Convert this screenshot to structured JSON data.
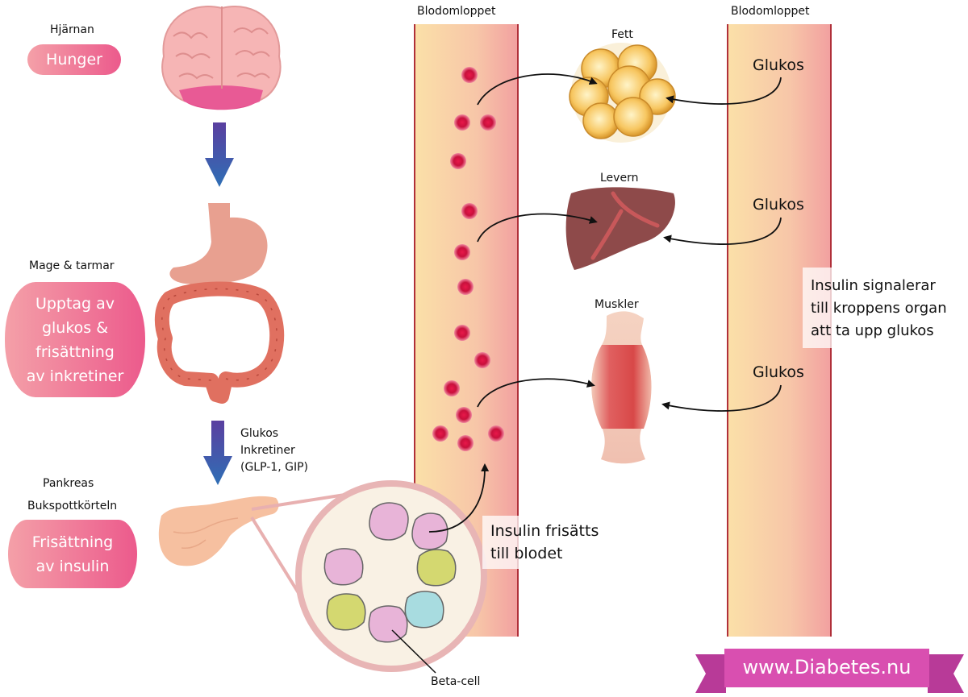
{
  "brain": {
    "label": "Hjärnan",
    "pill": "Hunger"
  },
  "stomach": {
    "label": "Mage & tarmar",
    "pill_lines": [
      "Upptag av",
      "glukos &",
      "frisättning",
      "av inkretiner"
    ]
  },
  "signals": {
    "lines": [
      "Glukos",
      "Inkretiner",
      "(GLP-1, GIP)"
    ]
  },
  "pancreas": {
    "label_lines": [
      "Pankreas",
      "Bukspottkörteln"
    ],
    "pill_lines": [
      "Frisättning",
      "av insulin"
    ]
  },
  "beta_cell_label": "Beta-cell",
  "bloodstream_left": {
    "label": "Blodomloppet"
  },
  "bloodstream_right": {
    "label": "Blodomloppet"
  },
  "insulin_release": {
    "lines": [
      "Insulin frisätts",
      "till blodet"
    ]
  },
  "organs": {
    "fat": "Fett",
    "liver": "Levern",
    "muscle": "Muskler"
  },
  "glucose_labels": [
    "Glukos",
    "Glukos",
    "Glukos"
  ],
  "insulin_signal": {
    "lines": [
      "Insulin signalerar",
      "till kroppens organ",
      "att ta upp glukos"
    ]
  },
  "brand": {
    "text": "www.Diabetes.nu",
    "color": "#d94fb0"
  },
  "colors": {
    "pill": "#ec5a8c",
    "arrow_top": "#5a3fa0",
    "arrow_bottom": "#2f6fb5",
    "blood_cell": "#c8103c"
  }
}
